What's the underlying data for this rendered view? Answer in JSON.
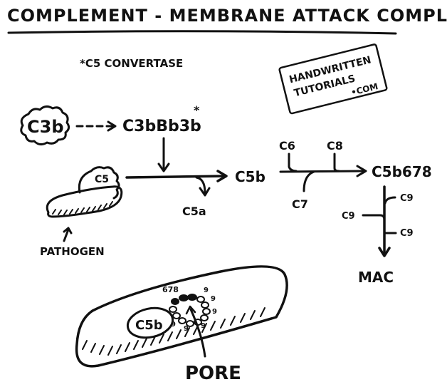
{
  "title": "COMPLEMENT - MEMBRANE ATTACK COMPLEX",
  "footnote": "*C5 CONVERTASE",
  "watermark": {
    "line1": "HANDWRITTEN",
    "line2": "TUTORIALS",
    "line3": "•COM"
  },
  "molecules": {
    "c3b_cloud": "C3b",
    "convertase": "C3bBb3b",
    "convertase_mark": "*",
    "c5": "C5",
    "c5a": "C5a",
    "c5b": "C5b",
    "c6": "C6",
    "c7": "C7",
    "c8": "C8",
    "c5b678": "C5b678",
    "c9_right_top": "C9",
    "c9_left": "C9",
    "c9_right_bottom": "C9",
    "mac": "MAC"
  },
  "labels": {
    "pathogen": "PATHOGEN",
    "pore": "PORE",
    "membrane_c5b": "C5b",
    "ring_678": "678",
    "ring_nine": "9"
  },
  "colors": {
    "ink": "#111111",
    "paper": "#ffffff"
  }
}
